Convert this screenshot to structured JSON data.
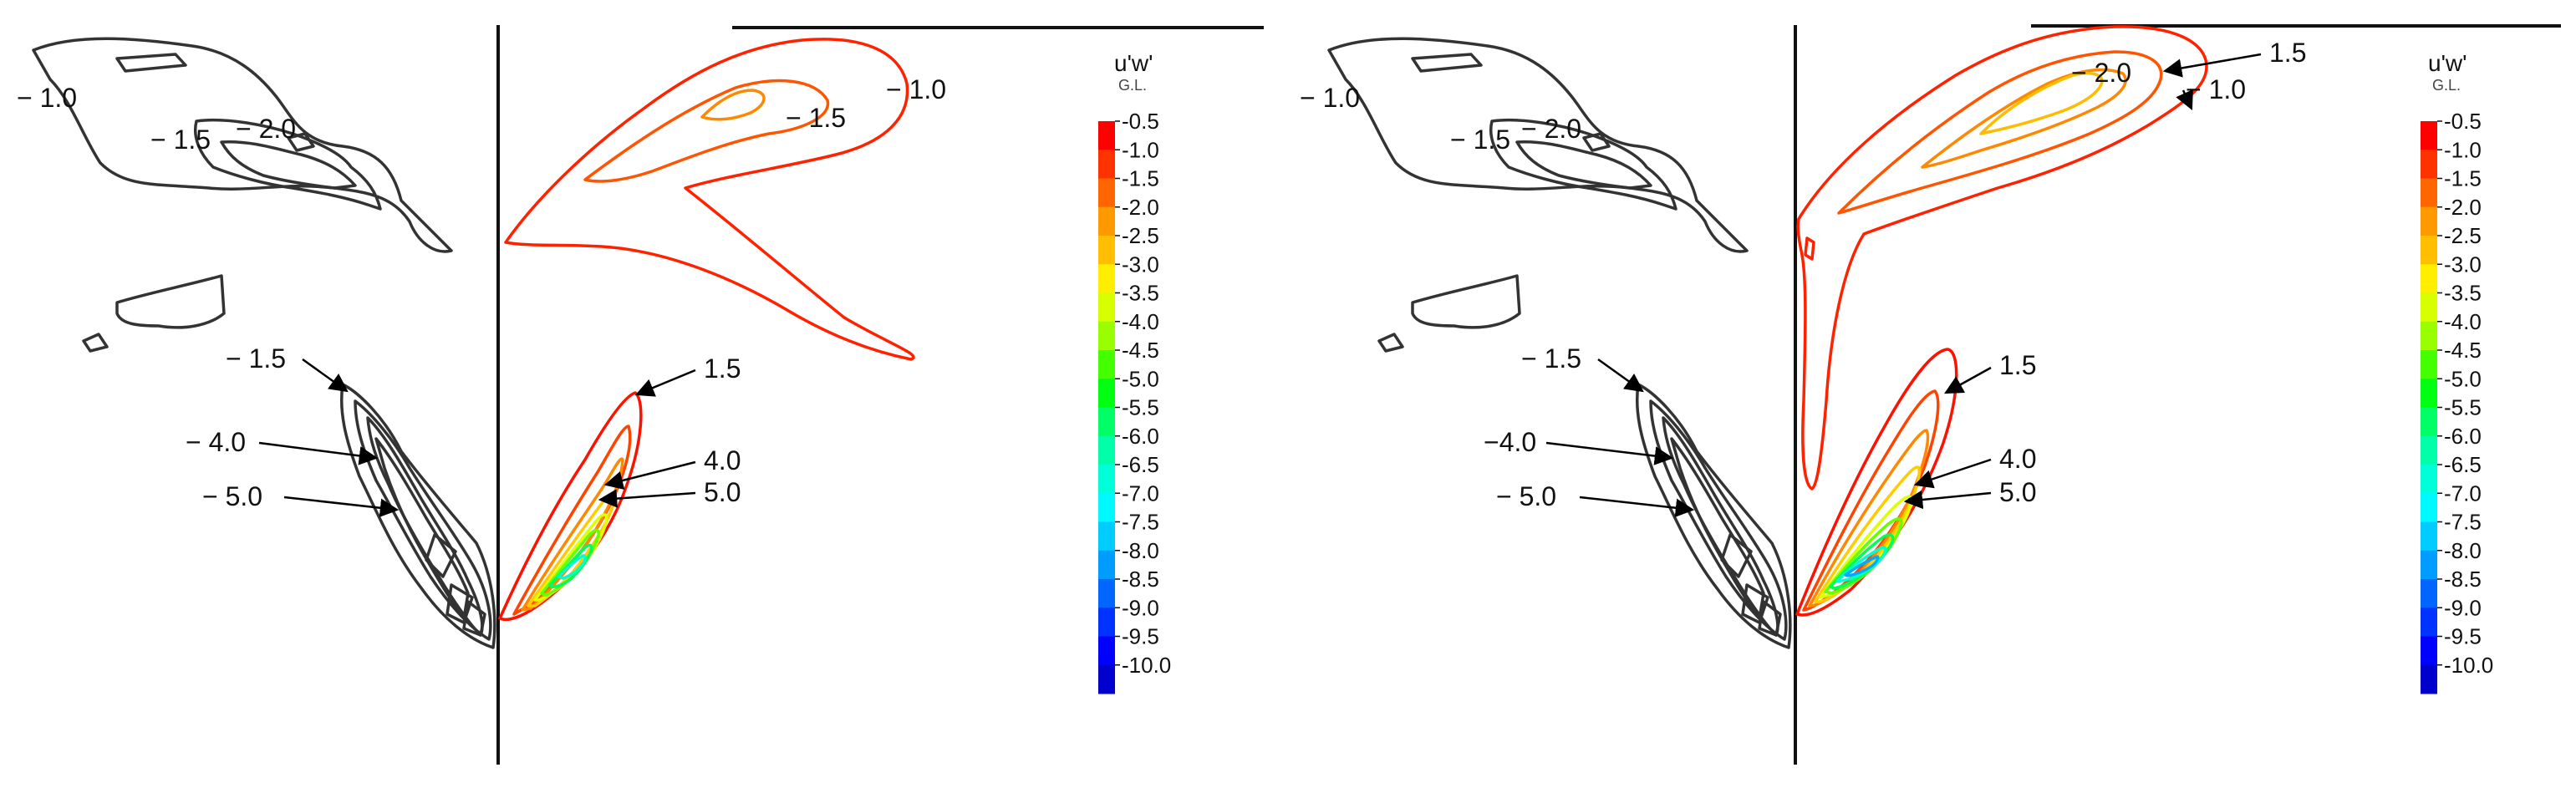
{
  "colorbar": {
    "title": "u'w'",
    "subtitle": "G.L.",
    "ticks": [
      "-0.5",
      "-1.0",
      "-1.5",
      "-2.0",
      "-2.5",
      "-3.0",
      "-3.5",
      "-4.0",
      "-4.5",
      "-5.0",
      "-5.5",
      "-6.0",
      "-6.5",
      "-7.0",
      "-7.5",
      "-8.0",
      "-8.5",
      "-9.0",
      "-9.5",
      "-10.0"
    ],
    "colors": [
      "#ff0000",
      "#ff3300",
      "#ff6600",
      "#ff9900",
      "#ffbf00",
      "#ffee00",
      "#d8ff00",
      "#99ff00",
      "#44ff00",
      "#00ff11",
      "#00ff66",
      "#00ffa8",
      "#00ffd8",
      "#00f8ff",
      "#00ccff",
      "#009cff",
      "#0066ff",
      "#0033ff",
      "#0000ff",
      "#0000cc"
    ]
  },
  "panels": [
    {
      "left_labels": {
        "top_a": "− 1.0",
        "top_b": "− 1.5",
        "top_c": "− 2.0",
        "bottom_a": "− 1.5",
        "bottom_b": "− 4.0",
        "bottom_c": "− 5.0"
      },
      "right_labels": {
        "top_a": "− 1.0",
        "top_b": "− 1.5",
        "bottom_a": "1.5",
        "bottom_b": "4.0",
        "bottom_c": "5.0"
      }
    },
    {
      "left_labels": {
        "top_a": "− 1.0",
        "top_b": "− 1.5",
        "top_c": "− 2.0",
        "bottom_a": "− 1.5",
        "bottom_b": "−4.0",
        "bottom_c": "− 5.0"
      },
      "right_labels": {
        "top_a": "1.5",
        "top_b": "− 2.0",
        "top_c": "− 1.0",
        "bottom_a": "1.5",
        "bottom_b": "4.0",
        "bottom_c": "5.0"
      }
    }
  ]
}
